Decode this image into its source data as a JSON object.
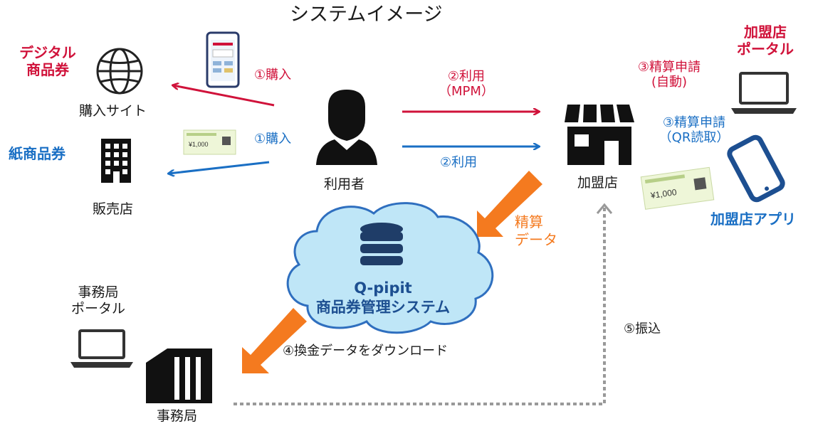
{
  "title": "システムイメージ",
  "labels": {
    "digital_voucher": [
      "デジタル",
      "商品券"
    ],
    "paper_voucher": "紙商品券",
    "purchase_site": "購入サイト",
    "store_shop": "販売店",
    "user": "利用者",
    "member_store": "加盟店",
    "member_portal": [
      "加盟店",
      "ポータル"
    ],
    "member_app": "加盟店アプリ",
    "office_portal": [
      "事務局",
      "ポータル"
    ],
    "office": "事務局"
  },
  "steps": {
    "buy_red": "①購入",
    "buy_blue": "①購入",
    "use_red": [
      "②利用",
      "（MPM）"
    ],
    "use_blue": "②利用",
    "settle_auto": [
      "③精算申請",
      "(自動)"
    ],
    "settle_qr": [
      "③精算申請",
      "（QR読取）"
    ],
    "settle_data": [
      "精算",
      "データ"
    ],
    "download": "④換金データをダウンロード",
    "transfer": "⑤振込"
  },
  "system": {
    "name": "Q-pipit",
    "subtitle": "商品券管理システム"
  },
  "voucher": {
    "amount": "¥1,000"
  },
  "colors": {
    "red": "#d0123a",
    "blue": "#1a6fc4",
    "orange": "#f47a1f",
    "cloud_fill": "#bfe6f7",
    "cloud_stroke": "#2f6fbf",
    "db": "#1f3d68",
    "gray": "#999999"
  }
}
